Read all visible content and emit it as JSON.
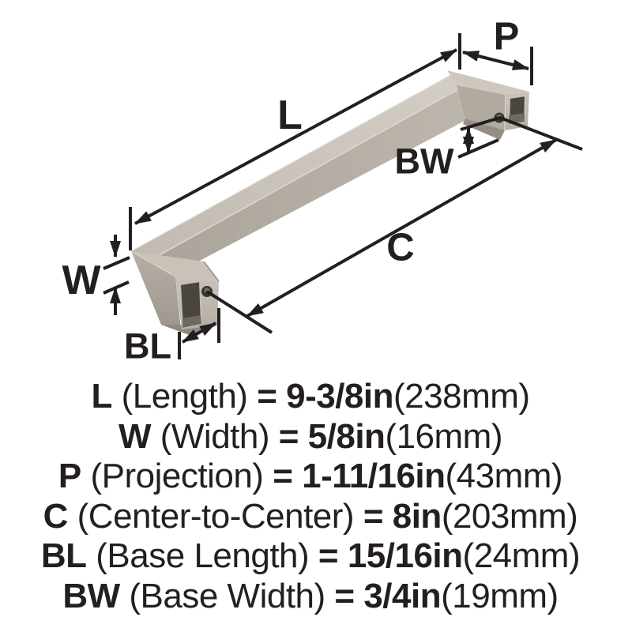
{
  "diagram": {
    "labels": {
      "L": "L",
      "P": "P",
      "BW": "BW",
      "C": "C",
      "W": "W",
      "BL": "BL"
    },
    "finish_color": "#b7b1a8",
    "line_color": "#231f20",
    "hollow_color": "#4a453f"
  },
  "specs": {
    "rows": [
      {
        "sym": "L",
        "name": " (Length) ",
        "eq": "= 9-3/8in",
        "metric": "(238mm)"
      },
      {
        "sym": "W",
        "name": " (Width) ",
        "eq": "= 5/8in",
        "metric": "(16mm)"
      },
      {
        "sym": "P",
        "name": " (Projection) ",
        "eq": "= 1-11/16in",
        "metric": "(43mm)"
      },
      {
        "sym": "C",
        "name": " (Center-to-Center) ",
        "eq": "= 8in",
        "metric": "(203mm)"
      },
      {
        "sym": "BL",
        "name": " (Base Length) ",
        "eq": "= 15/16in",
        "metric": "(24mm)"
      },
      {
        "sym": "BW",
        "name": " (Base Width) ",
        "eq": "= 3/4in",
        "metric": "(19mm)"
      }
    ]
  }
}
